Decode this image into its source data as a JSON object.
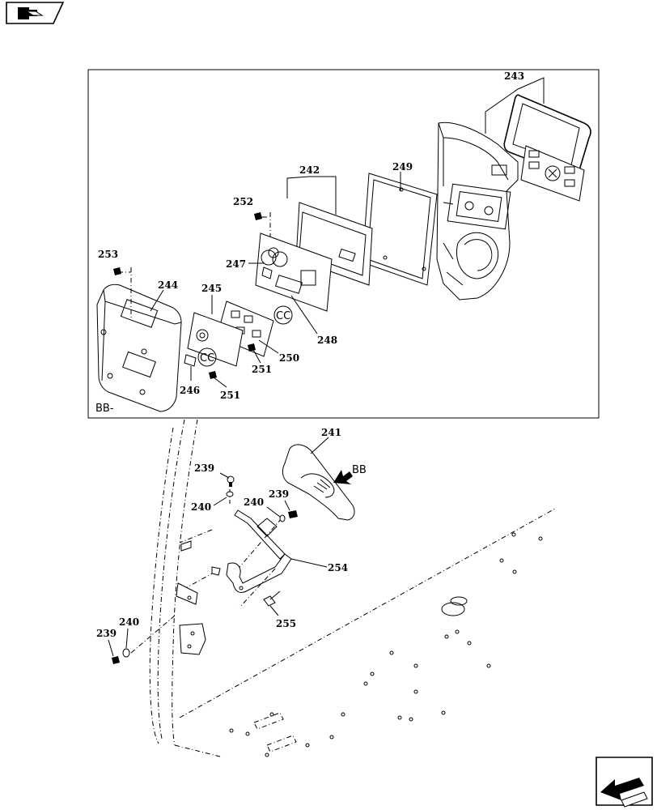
{
  "nav": {
    "top_left_icon": "book-arrow-icon",
    "bottom_right_icon": "next-arrow-icon"
  },
  "detail_view": {
    "view_label": "BB-",
    "callout_label": "BB",
    "circle_label": "CC"
  },
  "parts": {
    "p239": "239",
    "p240": "240",
    "p241": "241",
    "p242": "242",
    "p243": "243",
    "p244": "244",
    "p245": "245",
    "p246": "246",
    "p247": "247",
    "p248": "248",
    "p249": "249",
    "p250": "250",
    "p251": "251",
    "p252": "252",
    "p253": "253",
    "p254": "254",
    "p255": "255"
  }
}
